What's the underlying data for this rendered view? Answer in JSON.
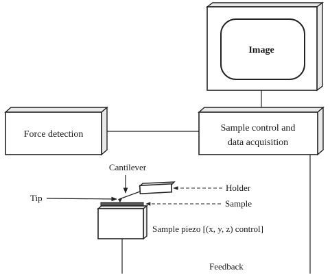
{
  "boxes": {
    "image": "Image",
    "force_detection": "Force detection",
    "sample_control_line1": "Sample control and",
    "sample_control_line2": "data acquisition"
  },
  "labels": {
    "cantilever": "Cantilever",
    "tip": "Tip",
    "holder": "Holder",
    "sample": "Sample",
    "sample_piezo": "Sample piezo [(x, y, z) control]",
    "feedback": "Feedback"
  }
}
